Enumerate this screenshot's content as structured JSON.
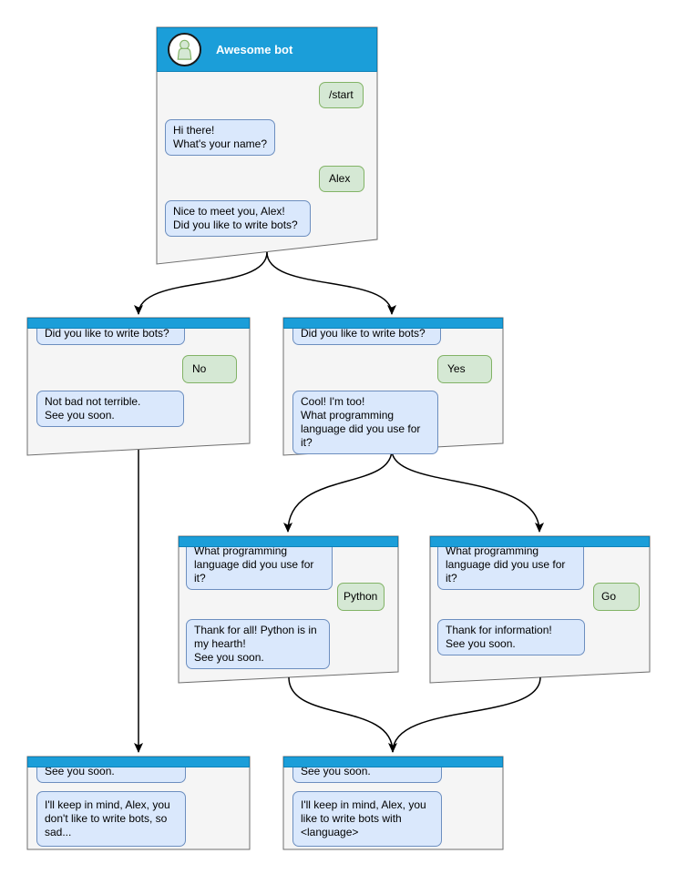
{
  "colors": {
    "header_blue": "#1B9ED9",
    "strip_stroke": "#0F82B8",
    "node_fill": "#F5F5F5",
    "node_stroke": "#6E6E6E",
    "bot_bubble_fill": "#DAE8FC",
    "bot_bubble_stroke": "#6C8EBF",
    "user_bubble_fill": "#D5E8D4",
    "user_bubble_stroke": "#82B366",
    "edge_color": "#000000"
  },
  "chat_nodes": {
    "main": {
      "header_title": "Awesome bot",
      "messages": {
        "start_command": "/start",
        "greeting": "Hi there!\nWhat's your name?",
        "name_reply": "Alex",
        "nice_to_meet": "Nice to meet you, Alex!\nDid you like to write bots?"
      }
    },
    "branch_no": {
      "question": "Did you like to write bots?",
      "answer": "No",
      "reply": "Not bad not terrible.\nSee you soon."
    },
    "branch_yes": {
      "question": "Did you like to write bots?",
      "answer": "Yes",
      "reply": "Cool! I'm too!\nWhat programming\nlanguage did you use for it?"
    },
    "branch_python": {
      "question": "What programming\nlanguage did you use for it?",
      "answer": "Python",
      "reply": "Thank for all! Python is in\nmy hearth!\nSee you soon."
    },
    "branch_go": {
      "question": "What programming\nlanguage did you use for it?",
      "answer": "Go",
      "reply": "Thank for information!\nSee you soon."
    },
    "end_no": {
      "question": "See you soon.",
      "reply": "I'll keep in mind, Alex, you\ndon't like to write bots, so\nsad..."
    },
    "end_yes": {
      "question": "See you soon.",
      "reply": "I'll keep in mind, Alex, you\nlike to write bots with\n<language>"
    }
  }
}
